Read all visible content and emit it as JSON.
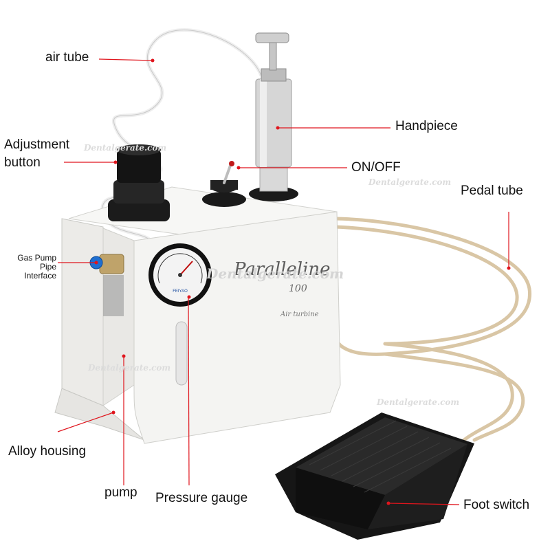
{
  "labels": {
    "air_tube": "air tube",
    "adjustment_button": "Adjustment\nbutton",
    "gas_pump_pipe_interface": "Gas Pump Pipe\nInterface",
    "handpiece": "Handpiece",
    "on_off": "ON/OFF",
    "pedal_tube": "Pedal tube",
    "alloy_housing": "Alloy housing",
    "pump": "pump",
    "pressure_gauge": "Pressure gauge",
    "foot_switch": "Foot switch"
  },
  "device": {
    "brand": "Paralleline",
    "model": "100",
    "subtitle": "Air turbine",
    "gauge_brand": "FEIYAO"
  },
  "watermark": "Dentalgerate.com",
  "colors": {
    "leader_line": "#e0151d",
    "device_body": "#f4f4f2",
    "foot_switch": "#1c1c1c",
    "pedal_tube": "#d9c6a5"
  }
}
